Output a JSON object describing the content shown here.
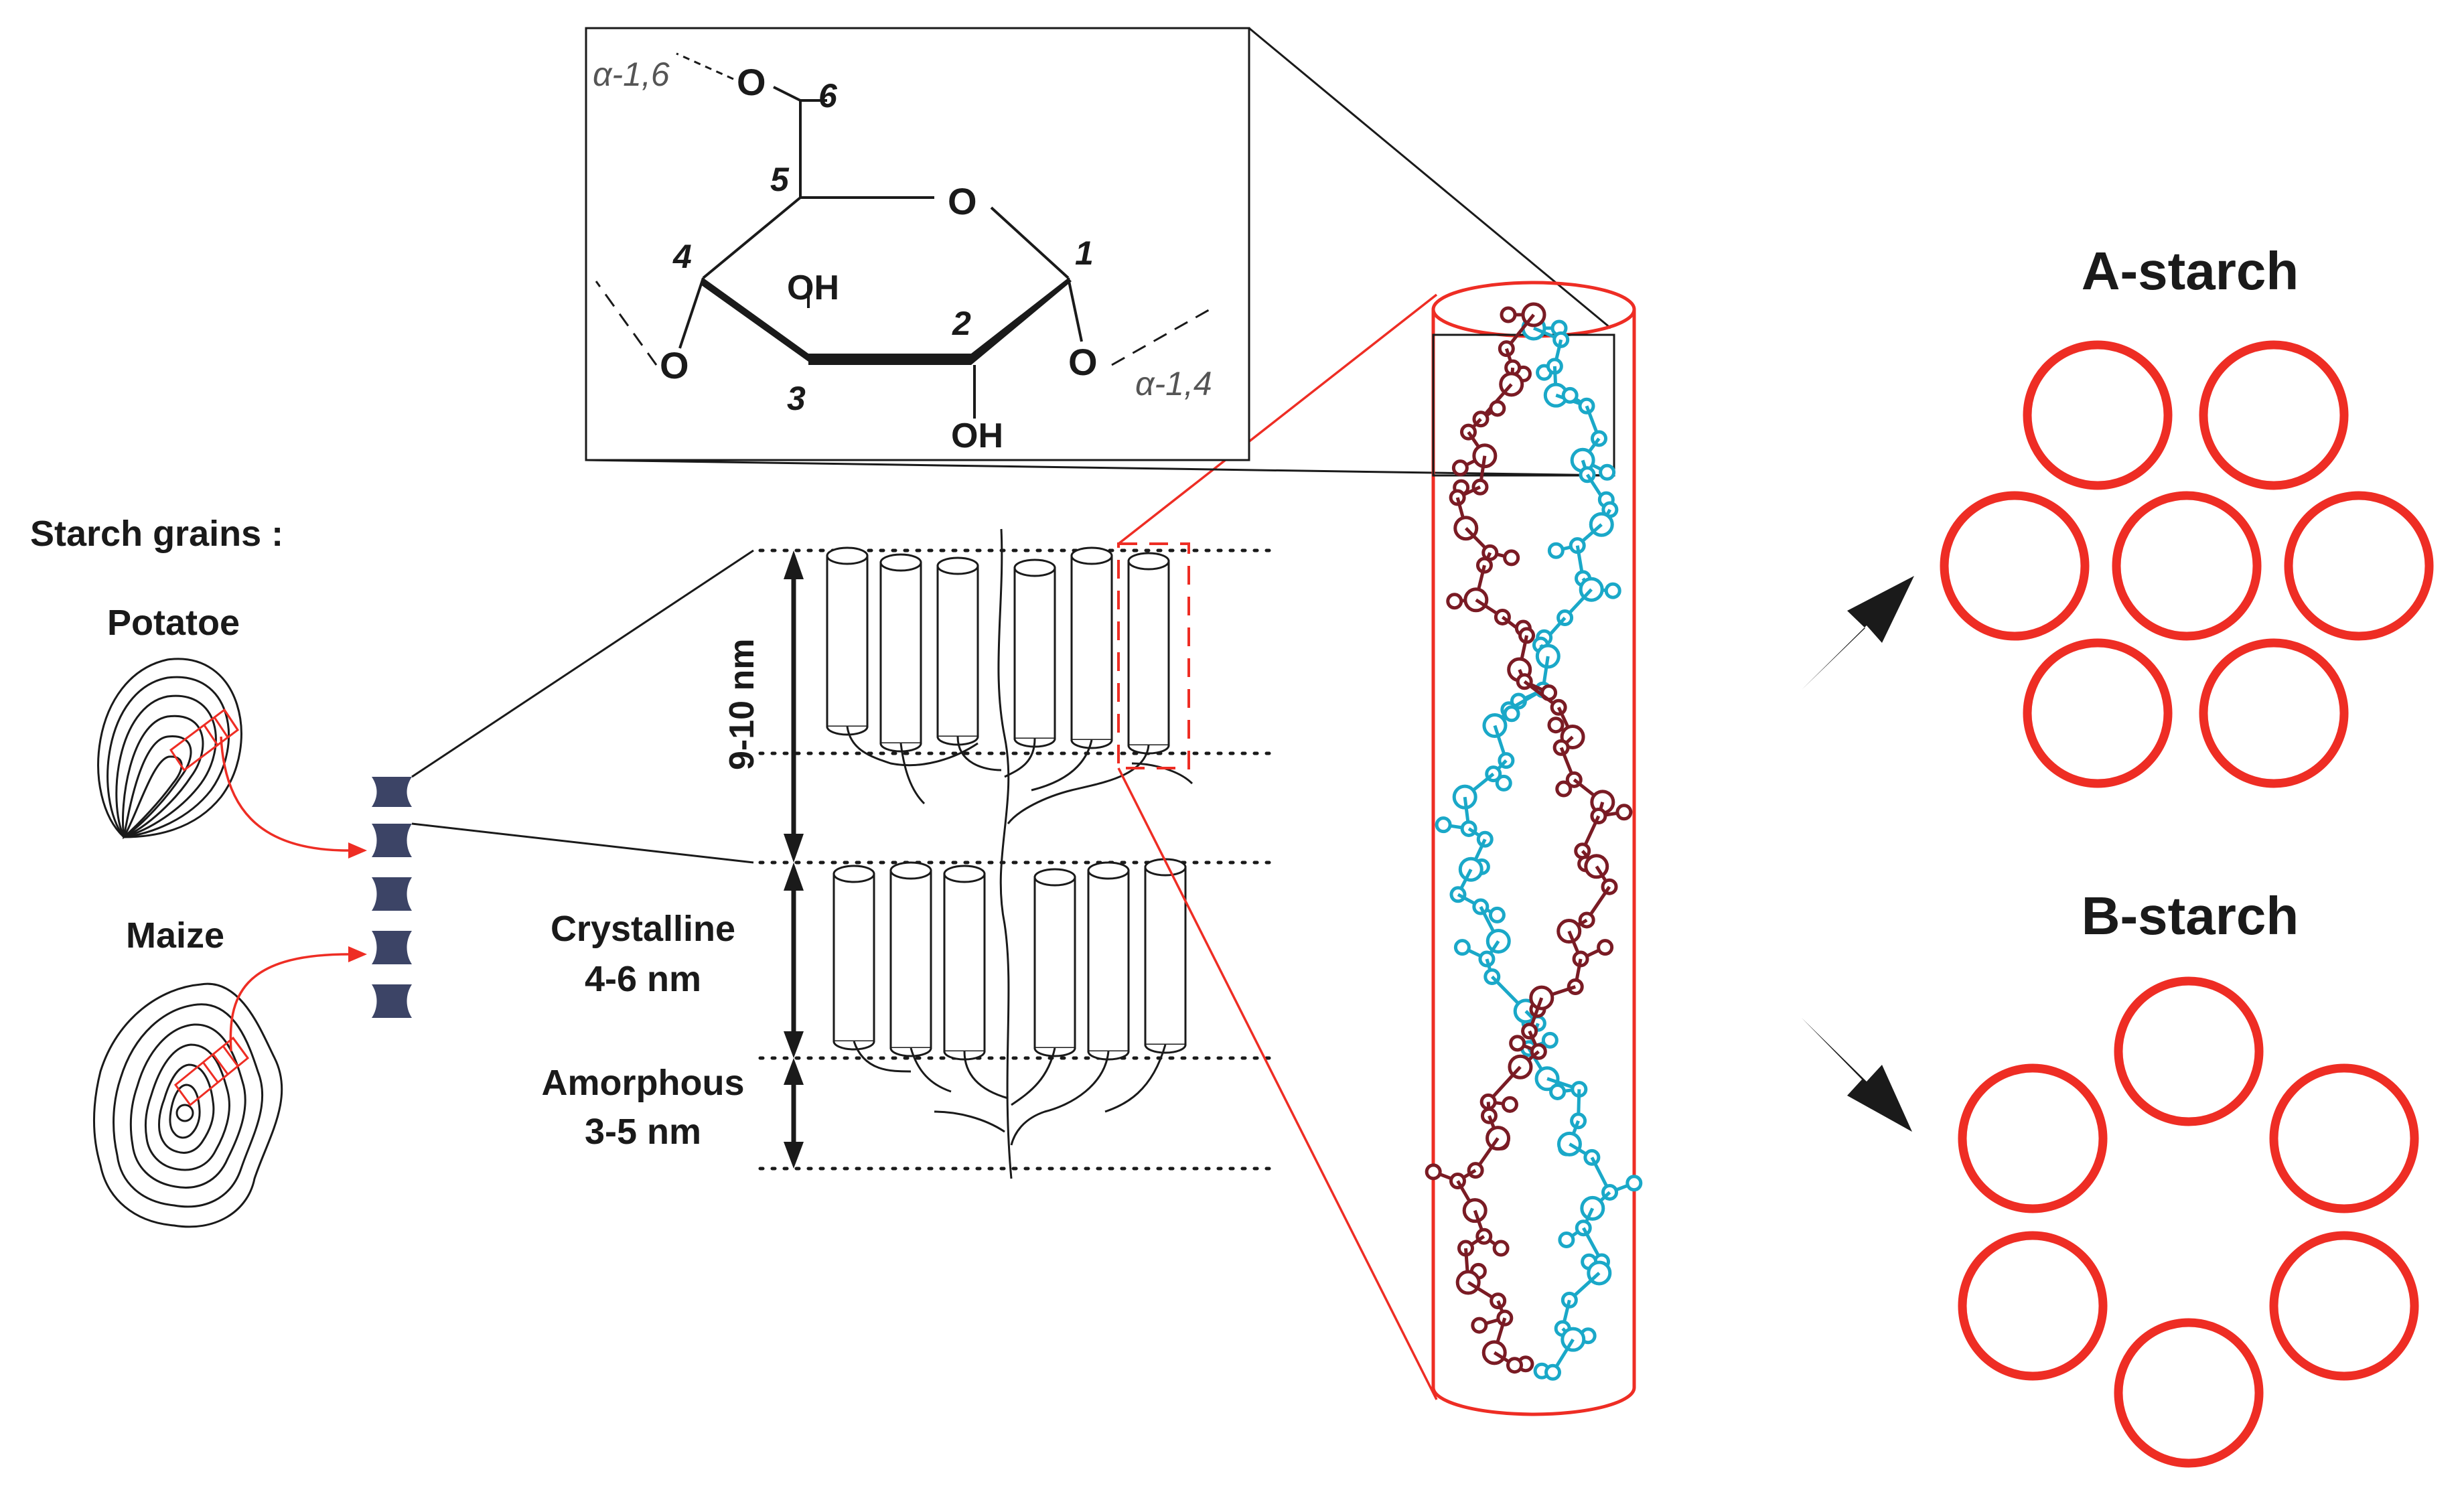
{
  "grains": {
    "title": "Starch grains :",
    "potato_label": "Potatoe",
    "maize_label": "Maize"
  },
  "molecule": {
    "positions": [
      "1",
      "2",
      "3",
      "4",
      "5",
      "6"
    ],
    "ring_oxygen": "O",
    "oxygen_left": "O",
    "oxygen_right": "O",
    "oxygen_c6": "O",
    "hydroxyl_top": "OH",
    "hydroxyl_bottom": "OH",
    "bond_a16": "α-1,6",
    "bond_a14": "α-1,4"
  },
  "lamellae": {
    "period": "9-10 nm",
    "crystalline_name": "Crystalline",
    "crystalline_size": "4-6 nm",
    "amorphous_name": "Amorphous",
    "amorphous_size": "3-5 nm"
  },
  "polymorphs": {
    "a_title": "A-starch",
    "b_title": "B-starch"
  },
  "colors": {
    "accent_red": "#ee2d24",
    "helix_cyan": "#1aa8c8",
    "helix_maroon": "#7a1b24",
    "layer_navy": "#3c4466",
    "ink": "#1a1a1a"
  }
}
